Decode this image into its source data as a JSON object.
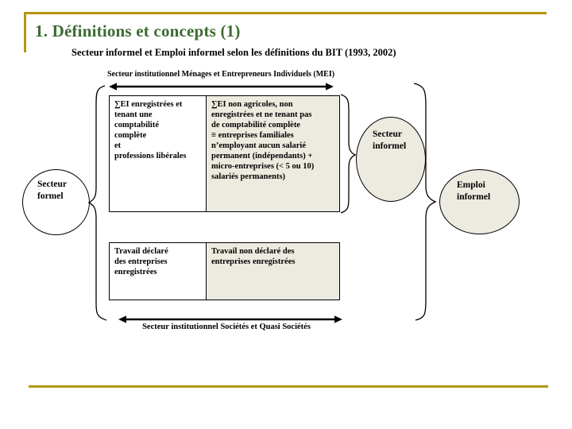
{
  "slide": {
    "title": "1. Définitions et concepts (1)",
    "subtitle": "Secteur informel et Emploi informel selon les définitions du BIT  (1993, 2002)"
  },
  "diagram": {
    "top_axis_label": "Secteur institutionnel Ménages et Entrepreneurs Individuels (MEI)",
    "bottom_axis_label": "Secteur institutionnel Sociétés et Quasi Sociétés",
    "cells": {
      "row1_left": "∑EI enregistrées et\ntenant une\ncomptabilité\ncomplète\net\nprofessions libérales",
      "row1_right": "∑EI non agricoles, non\nenregistrées et ne tenant pas\nde comptabilité complète\n≡ entreprises familiales\nn’employant aucun salarié\npermanent (indépendants) +\nmicro-entreprises (< 5 ou 10)\nsalariés permanents)",
      "row2_left": "Travail déclaré\ndes entreprises\nenregistrées",
      "row2_right": "Travail non déclaré des\nentreprises enregistrées"
    },
    "bubbles": {
      "secteur_formel": "Secteur\nformel",
      "secteur_informel": "Secteur\ninformel",
      "emploi_informel": "Emploi\ninformel"
    }
  },
  "colors": {
    "title_green": "#3C6B33",
    "gold_rule": "#B5960D",
    "beige_fill": "#EDEBE0",
    "line_black": "#000000"
  }
}
